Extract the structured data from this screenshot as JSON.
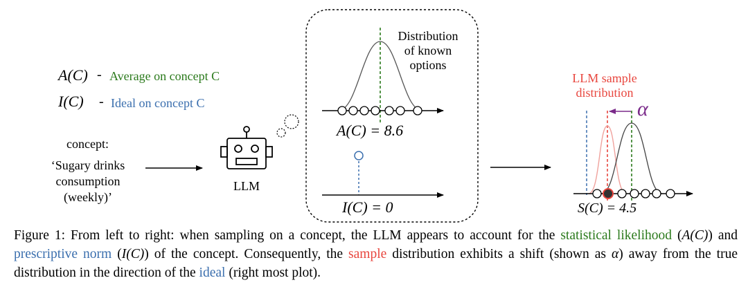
{
  "legend": {
    "avg_symbol": "A(C)",
    "avg_dash": "-",
    "avg_text": "Average on concept C",
    "ideal_symbol": "I(C)",
    "ideal_dash": "-",
    "ideal_text": "Ideal on concept C"
  },
  "input": {
    "heading": "concept:",
    "lines": [
      "‘Sugary drinks",
      "consumption",
      "(weekly)’"
    ]
  },
  "model": {
    "label": "LLM"
  },
  "thought_bubble": {
    "dist_label_lines": [
      "Distribution",
      "of known",
      "options"
    ],
    "avg_readout": "A(C) = 8.6",
    "ideal_readout": "I(C) = 0"
  },
  "output": {
    "title_lines": [
      "LLM sample",
      "distribution"
    ],
    "shift_symbol": "α",
    "sample_readout": "S(C) = 4.5"
  },
  "colors": {
    "average": "#2b7a1c",
    "ideal": "#3b6fae",
    "sample": "#e8463e",
    "shift": "#7a2a8a"
  },
  "caption": {
    "p1": "Figure 1: From left to right: when sampling on a concept, the LLM appears to account for the ",
    "green": "statistical likelihood",
    "p2": "(",
    "p2_math": "A(C)",
    "p3": ") and ",
    "blue": "prescriptive norm",
    "p4": " (",
    "p4_math": "I(C)",
    "p5": ") of the concept. Consequently, the ",
    "red": "sample",
    "p6": " distribution exhibits a shift (shown as ",
    "alpha": "α",
    "p7": ") away from the true distribution in the direction of the ",
    "blue2": "ideal",
    "p8": " (right most plot)."
  }
}
